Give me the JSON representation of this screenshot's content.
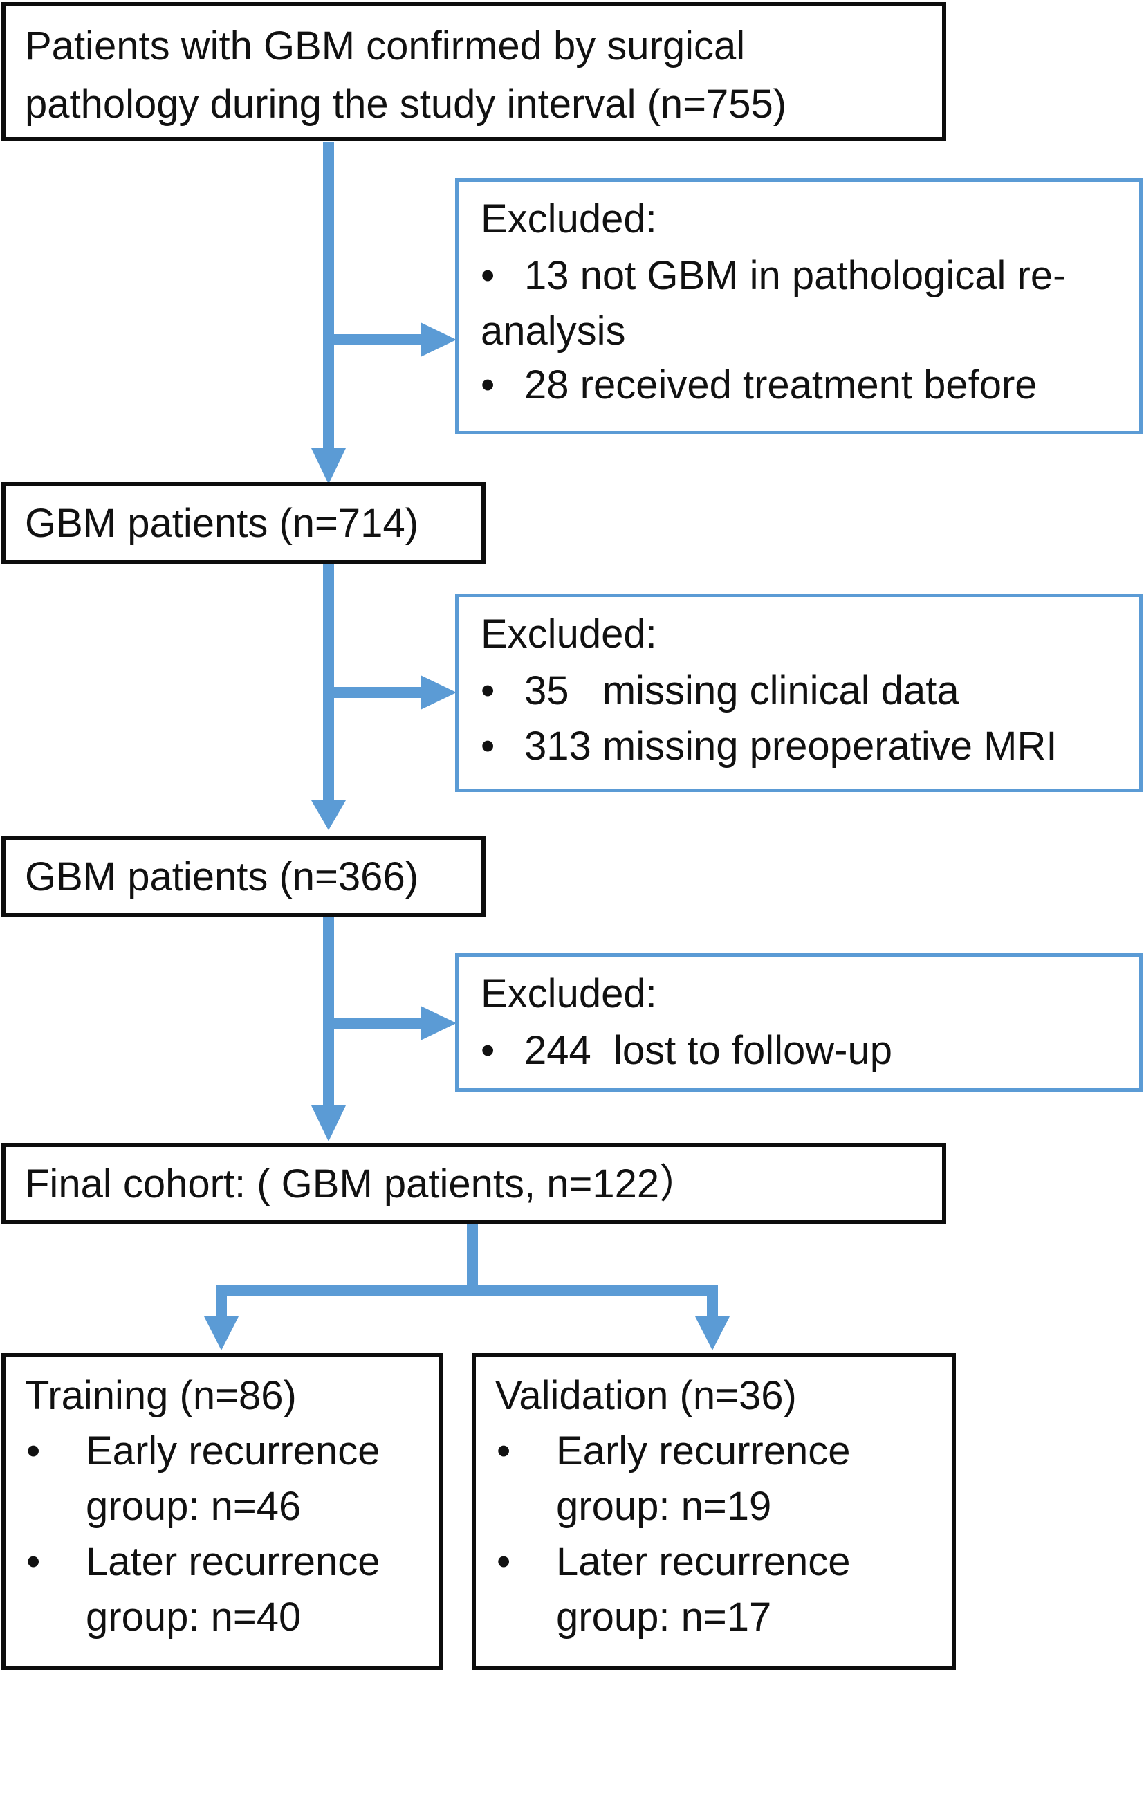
{
  "boxes": {
    "start": {
      "lines": [
        "Patients with GBM confirmed by surgical",
        "pathology during the study interval (n=755)"
      ]
    },
    "excluded1": {
      "heading": "Excluded:",
      "items": [
        "13 not GBM in pathological re-",
        "analysis",
        "28 received treatment before"
      ]
    },
    "step2": {
      "text": "GBM patients (n=714)"
    },
    "excluded2": {
      "heading": "Excluded:",
      "items": [
        "35   missing clinical data",
        "313 missing preoperative MRI"
      ]
    },
    "step3": {
      "text": "GBM patients (n=366)"
    },
    "excluded3": {
      "heading": "Excluded:",
      "items": [
        "244  lost to follow-up"
      ]
    },
    "final": {
      "text": "Final cohort: ( GBM patients, n=122）"
    },
    "training": {
      "heading": "Training (n=86)",
      "items": [
        "Early recurrence",
        "group: n=46",
        "Later recurrence",
        "group: n=40"
      ]
    },
    "validation": {
      "heading": "Validation (n=36)",
      "items": [
        "Early recurrence",
        "group: n=19",
        "Later recurrence",
        "group: n=17"
      ]
    }
  },
  "colors": {
    "arrow": "#5b9bd5",
    "box_border": "#0d0d0d",
    "excluded_border": "#5b9bd5"
  }
}
